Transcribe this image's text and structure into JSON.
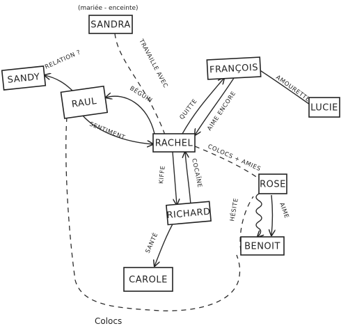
{
  "nodes": {
    "sandra": "SANDRA",
    "sandy": "SANDY",
    "raul": "RAUL",
    "francois": "FRANÇOIS",
    "lucie": "LUCIE",
    "rachel": "RACHEL",
    "rose": "ROSE",
    "richard": "RICHARD",
    "benoit": "BENOIT",
    "carole": "CAROLE"
  },
  "notes": {
    "sandra_note": "(mariée - enceinte)"
  },
  "edges": {
    "travaille_avec": "TRAVAILLE AVEC",
    "relation": "RELATION ?",
    "beguin": "BÉGUIN",
    "sentiment": "SENTIMENT",
    "quitte": "QUITTE",
    "aime_encore": "AIME ENCORE",
    "amourette": "AMOURETTE",
    "colocs_amies": "COLOCS + AMIES",
    "kiffe": "KIFFE",
    "cocaine": "COCAÏNE",
    "hesite": "HÉSITE",
    "aime": "AIME",
    "sante": "SANTÉ"
  },
  "group": {
    "colocs": "Colocs"
  }
}
